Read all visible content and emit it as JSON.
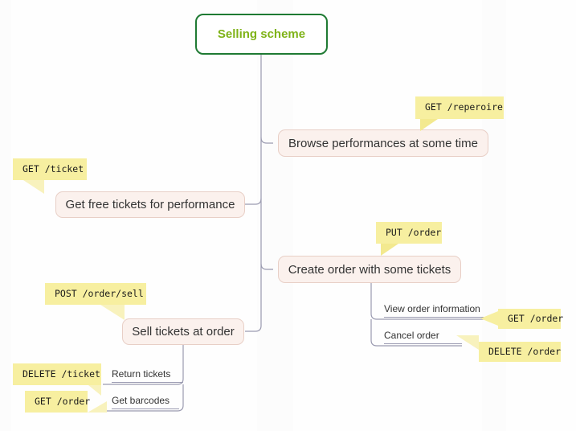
{
  "diagram": {
    "type": "mindmap",
    "title": "Selling scheme",
    "root": {
      "label": "Selling scheme"
    },
    "branches": [
      {
        "id": "browse",
        "label": "Browse performances at some time",
        "note": "GET /reperoire",
        "side": "right"
      },
      {
        "id": "free-tickets",
        "label": "Get free tickets for performance",
        "note": "GET /ticket",
        "side": "left"
      },
      {
        "id": "create-order",
        "label": "Create order with some tickets",
        "note": "PUT /order",
        "side": "right",
        "children": [
          {
            "id": "view-order",
            "label": "View order information",
            "note": "GET /order"
          },
          {
            "id": "cancel-order",
            "label": "Cancel order",
            "note": "DELETE /order"
          }
        ]
      },
      {
        "id": "sell-tickets",
        "label": "Sell tickets at order",
        "note": "POST /order/sell",
        "side": "left",
        "children": [
          {
            "id": "return-tickets",
            "label": "Return tickets",
            "note": "DELETE /ticket"
          },
          {
            "id": "get-barcodes",
            "label": "Get barcodes",
            "note": "GET /order"
          }
        ]
      }
    ],
    "colors": {
      "root_border": "#1f7a33",
      "root_text": "#7fb318",
      "node_fill": "#fbf1ed",
      "node_border": "#e8cfc6",
      "note_fill": "#f7efa0",
      "wire": "#9a9ab0",
      "text": "#333333",
      "background": "#fefefe"
    }
  }
}
